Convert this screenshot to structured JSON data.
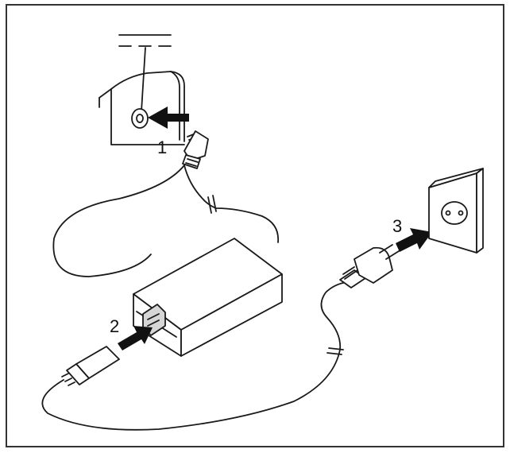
{
  "diagram": {
    "steps": [
      {
        "number": "1",
        "target": "laptop-dc-jack"
      },
      {
        "number": "2",
        "target": "adapter-ac-socket"
      },
      {
        "number": "3",
        "target": "wall-outlet"
      }
    ],
    "icons": [
      "dc-voltage-icon",
      "laptop-dc-jack",
      "power-adapter",
      "dc-plug",
      "ac-power-cord",
      "wall-outlet"
    ],
    "colors": {
      "line": "#1a1a1a",
      "arrow": "#111111",
      "background": "#ffffff"
    }
  }
}
